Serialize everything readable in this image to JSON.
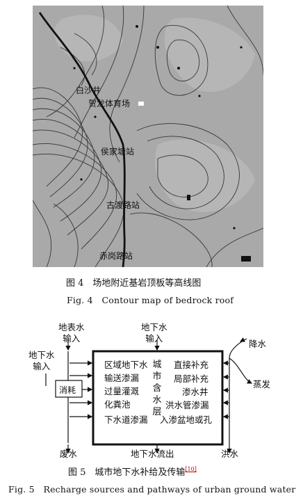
{
  "figure4": {
    "map_labels": {
      "label_1": "白沙井",
      "label_2": "贺龙体育场",
      "label_3": "侯家塘站",
      "label_4": "古渡路站",
      "label_5": "赤岗路站"
    },
    "caption_cn": "图 4　场地附近基岩顶板等高线图",
    "caption_en": "Fig. 4　Contour map of bedrock roof"
  },
  "figure5": {
    "inputs_top_left": "地表水\n输入",
    "inputs_top_mid": "地下水\n输入",
    "input_left": "地下水\n输入",
    "rain": "降水",
    "evap": "蒸发",
    "consume": "消耗",
    "left_items": [
      "区域地下水",
      "输送渗漏",
      "过量灌溉",
      "化粪池",
      "下水道渗漏"
    ],
    "center_vertical": "城\n市\n含\n水\n层",
    "right_items": [
      "直接补充",
      "局部补充",
      "渗水井",
      "洪水管渗漏",
      "入渗盆地或孔"
    ],
    "out_left": "废水",
    "out_mid": "地下水流出",
    "out_right": "洪水",
    "caption_cn": "图 5　城市地下水补给及传输",
    "caption_ref": "[10]",
    "caption_en": "Fig. 5　Recharge sources and pathways of urban ground water"
  }
}
